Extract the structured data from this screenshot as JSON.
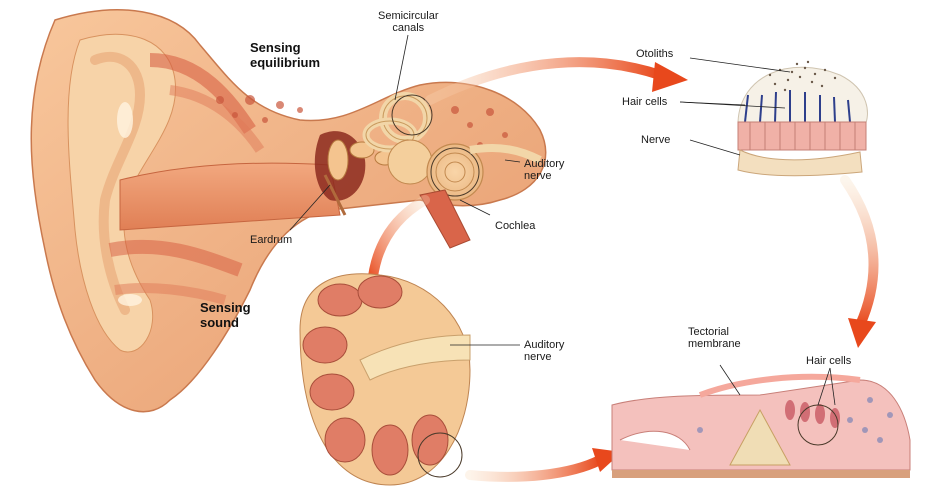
{
  "headings": {
    "equilibrium": [
      "Sensing",
      "equilibrium"
    ],
    "sound": [
      "Sensing",
      "sound"
    ]
  },
  "labels": {
    "semicircular_canals": [
      "Semicircular",
      "canals"
    ],
    "otoliths": "Otoliths",
    "hair_cells_top": "Hair cells",
    "nerve": "Nerve",
    "auditory_nerve_top": [
      "Auditory",
      "nerve"
    ],
    "eardrum": "Eardrum",
    "cochlea": "Cochlea",
    "auditory_nerve_bottom": [
      "Auditory",
      "nerve"
    ],
    "tectorial_membrane": [
      "Tectorial",
      "membrane"
    ],
    "hair_cells_bottom": "Hair cells"
  },
  "colors": {
    "skin": "#f2b789",
    "skin_dark": "#d9875c",
    "bone": "#f6d7a0",
    "muscle": "#e0634a",
    "arrow": "#e8481c",
    "cell_pink": "#f4b6b4",
    "nerve_fiber": "#f7e2b6"
  }
}
